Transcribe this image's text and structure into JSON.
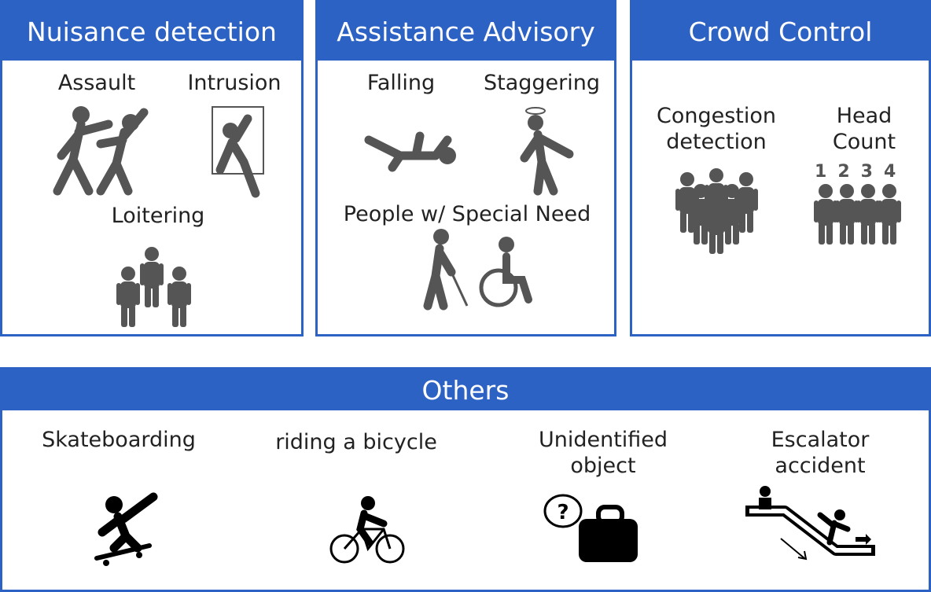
{
  "panels": {
    "nuisance": {
      "title": "Nuisance detection",
      "items": [
        "Assault",
        "Intrusion",
        "Loitering"
      ]
    },
    "assistance": {
      "title": "Assistance Advisory",
      "items": [
        "Falling",
        "Staggering",
        "People w/ Special Need"
      ]
    },
    "crowd": {
      "title": "Crowd Control",
      "items": [
        [
          "Congestion",
          "detection"
        ],
        [
          "Head",
          "Count"
        ]
      ],
      "numbers": [
        "1",
        "2",
        "3",
        "4"
      ]
    },
    "others": {
      "title": "Others",
      "items": [
        [
          "Skateboarding"
        ],
        [
          "riding a bicycle"
        ],
        [
          "Unidentified",
          "object"
        ],
        [
          "Escalator",
          "accident"
        ]
      ],
      "question_mark": "?"
    }
  },
  "colors": {
    "accent": "#2c62c4",
    "icon": "#555555"
  }
}
